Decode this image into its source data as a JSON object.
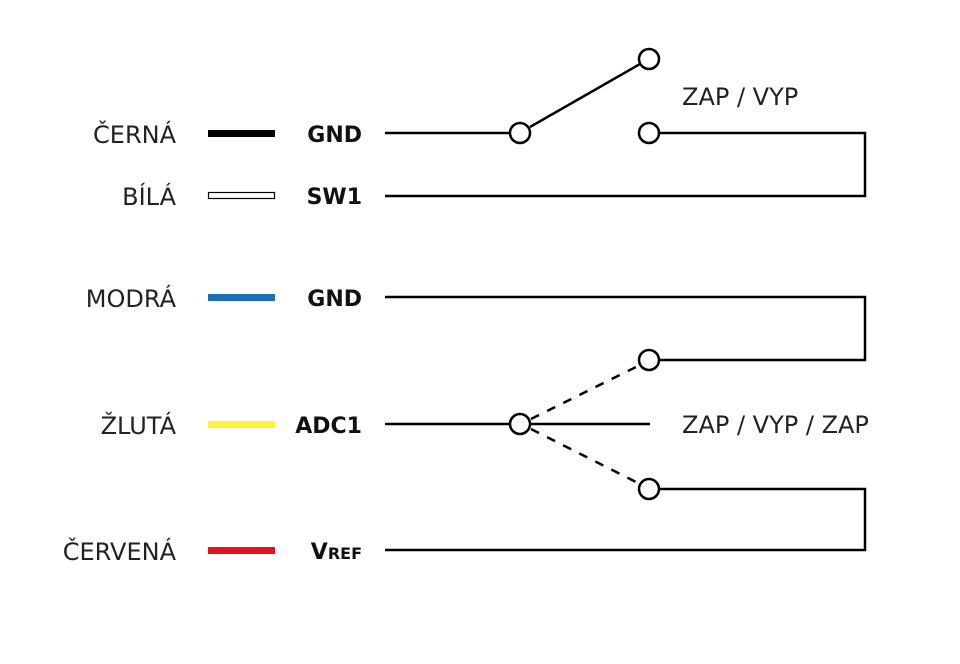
{
  "rows": [
    {
      "color_name": "ČERNÁ",
      "pin": "GND",
      "swatch": "#000000",
      "swatch_style": "solid"
    },
    {
      "color_name": "BÍLÁ",
      "pin": "SW1",
      "swatch": "#ffffff",
      "swatch_style": "outline"
    },
    {
      "color_name": "MODRÁ",
      "pin": "GND",
      "swatch": "#1a6fb6",
      "swatch_style": "solid"
    },
    {
      "color_name": "ŽLUTÁ",
      "pin": "ADC1",
      "swatch": "#fff23a",
      "swatch_style": "solid"
    },
    {
      "color_name": "ČERVENÁ",
      "pin_main": "V",
      "pin_sub": "REF",
      "swatch": "#e0141e",
      "swatch_style": "solid"
    }
  ],
  "switch1_label": "ZAP / VYP",
  "switch2_label": "ZAP / VYP / ZAP"
}
